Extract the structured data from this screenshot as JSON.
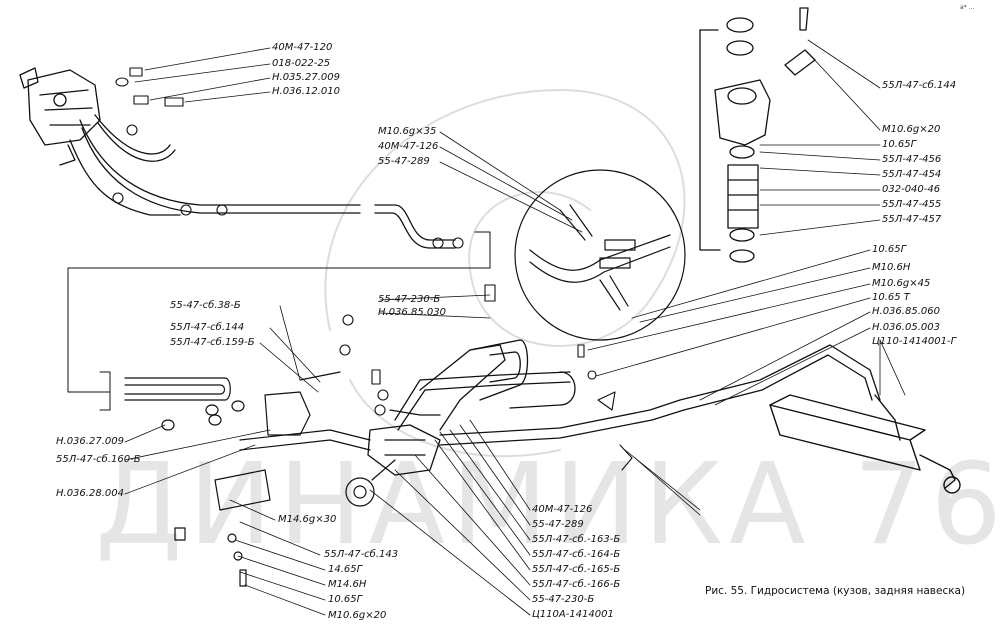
{
  "caption": "Рис. 55. Гидросистема (кузов, задняя навеска)",
  "watermark": "ДИНАМИКА 76",
  "corner_mark": "a* ...",
  "labels": {
    "l01": "40М-47-120",
    "l02": "018-022-25",
    "l03": "Н.035.27.009",
    "l04": "Н.036.12.010",
    "l05": "М10.6g×35",
    "l06": "40М-47-126",
    "l07": "55-47-289",
    "l08": "55Л-47-сб.144",
    "l09": "М10.6g×20",
    "l10": "10.65Г",
    "l11": "55Л-47-456",
    "l12": "55Л-47-454",
    "l13": "032-040-46",
    "l14": "55Л-47-455",
    "l15": "55Л-47-457",
    "l16": "10.65Г",
    "l17": "М10.6Н",
    "l18": "М10.6g×45",
    "l19": "10.65 Т",
    "l20": "Н.036.85.060",
    "l21": "Н.036.05.003",
    "l22": "Ц110-1414001-Г",
    "l23": "55-47-230-Б",
    "l24": "Н.036.85.030",
    "l25": "55-47-сб.38-Б",
    "l26": "55Л-47-сб.144",
    "l27": "55Л-47-сб.159-Б",
    "l28": "Н.036.27.009",
    "l29": "55Л-47-сб.160-Б",
    "l30": "Н.036.28.004",
    "l31": "М14.6g×30",
    "l32": "55Л-47-сб.143",
    "l33": "14.65Г",
    "l34": "М14.6Н",
    "l35": "10.65Г",
    "l36": "М10.6g×20",
    "l37": "40М-47-126",
    "l38": "55-47-289",
    "l39": "55Л-47-сб.-163-Б",
    "l40": "55Л-47-сб.-164-Б",
    "l41": "55Л-47-сб.-165-Б",
    "l42": "55Л-47-сб.-166-Б",
    "l43": "55-47-230-Б",
    "l44": "Ц110А-1414001"
  }
}
